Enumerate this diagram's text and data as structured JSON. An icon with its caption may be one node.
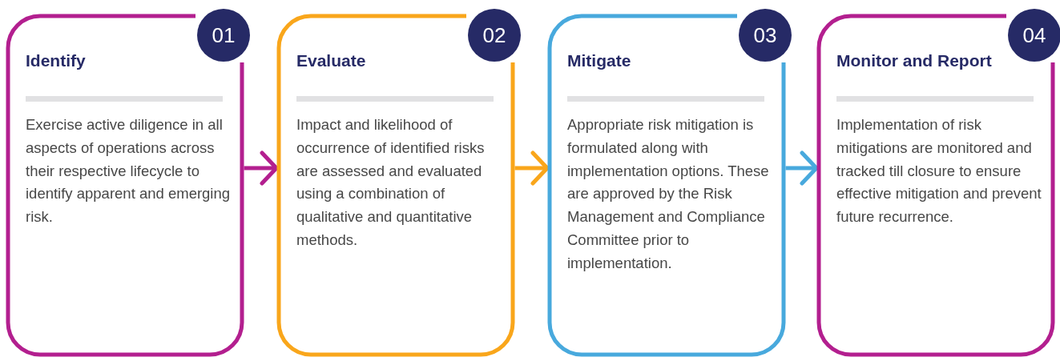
{
  "diagram": {
    "nodes": [
      {
        "text": [
          "01",
          "Identify",
          "Exercise active diligence in all aspects of operations across their respective lifecycle to identify apparent and emerging risk."
        ]
      },
      {
        "text": [
          "02",
          "Evaluate",
          "Impact and likelihood of occurrence of identified risks are assessed and evaluated using a combination of qualitative and quantitative methods."
        ]
      },
      {
        "text": [
          "03",
          "Mitigate",
          "Appropriate risk mitigation is formulated along with implementation options. These are approved by the Risk Management and Compliance Committee prior to implementation."
        ]
      },
      {
        "text": [
          "04",
          "Monitor and Report",
          "Implementation of risk mitigations are monitored and tracked till closure to ensure effective mitigation and prevent future recurrence."
        ]
      }
    ],
    "edges": [
      {
        "from": 0,
        "to": 1,
        "arrow": "to",
        "color": "#b31f8f"
      },
      {
        "from": 1,
        "to": 2,
        "arrow": "to",
        "color": "#f9a61b"
      },
      {
        "from": 2,
        "to": 3,
        "arrow": "to",
        "color": "#48a9dd"
      }
    ]
  }
}
